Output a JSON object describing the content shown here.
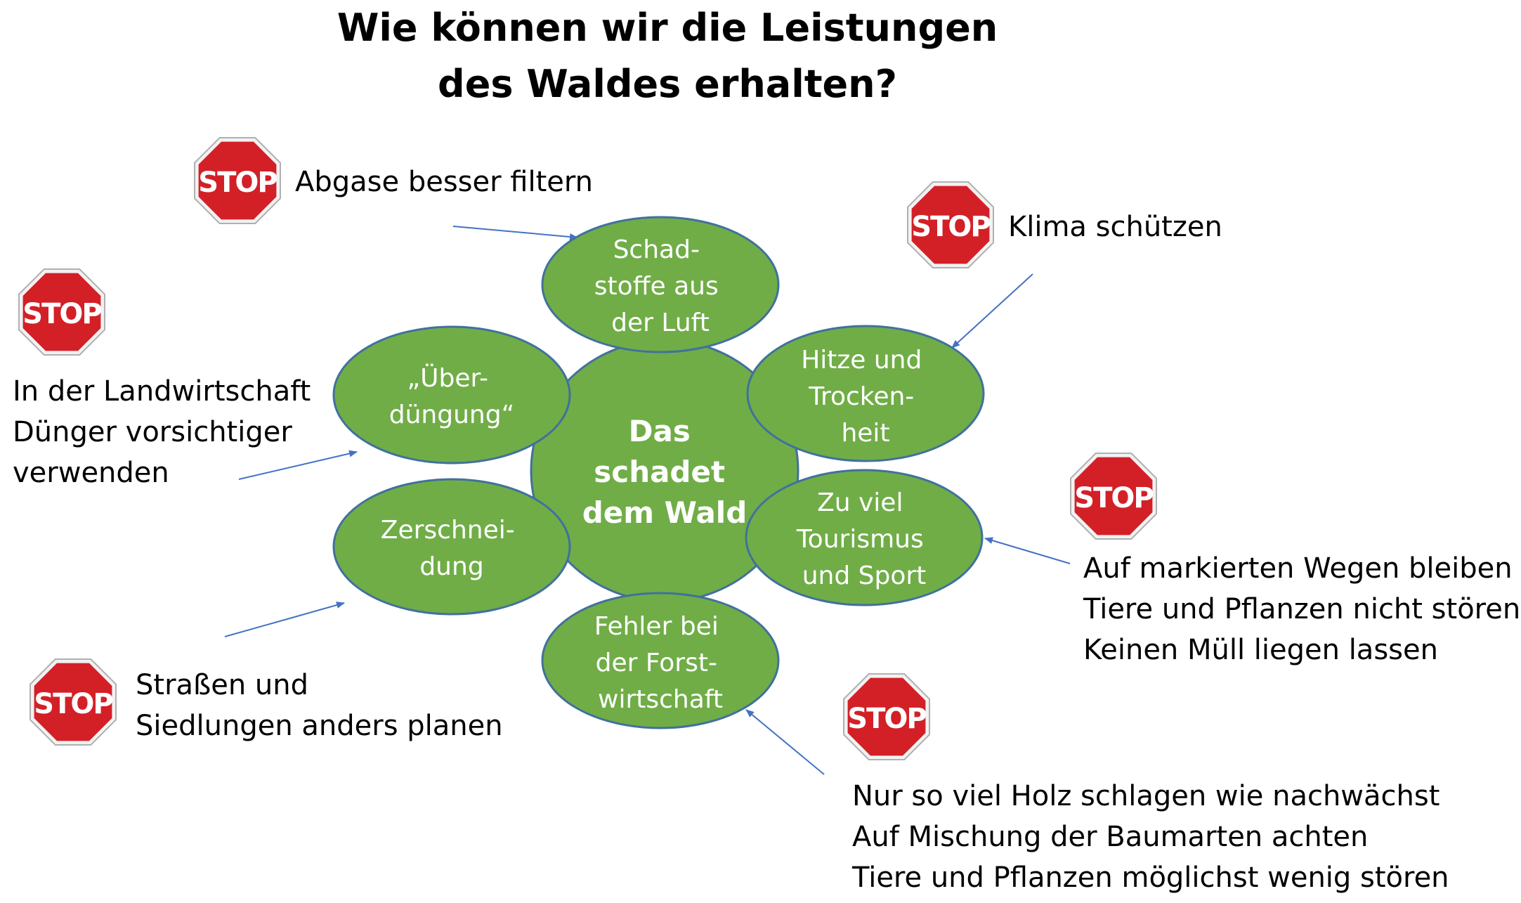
{
  "title": {
    "line1": "Wie können wir die Leistungen",
    "line2": "des Waldes erhalten?"
  },
  "center": {
    "lines": [
      "Das",
      "schadet",
      "dem Wald"
    ]
  },
  "causes": [
    {
      "id": "schadstoffe",
      "lines": [
        "Schad-",
        "stoffe aus",
        "der Luft"
      ]
    },
    {
      "id": "hitze",
      "lines": [
        "Hitze und",
        "Trocken-",
        "heit"
      ]
    },
    {
      "id": "tourismus",
      "lines": [
        "Zu viel",
        "Tourismus",
        "und Sport"
      ]
    },
    {
      "id": "forstwirtschaft",
      "lines": [
        "Fehler bei",
        "der Forst-",
        "wirtschaft"
      ]
    },
    {
      "id": "zerschneidung",
      "lines": [
        "Zerschnei-",
        "dung"
      ]
    },
    {
      "id": "ueberduengung",
      "lines": [
        "„Über-",
        "düngung“"
      ]
    }
  ],
  "measures": {
    "abgase": [
      "Abgase besser filtern"
    ],
    "klima": [
      "Klima schützen"
    ],
    "landwirtschaft": [
      "In der Landwirtschaft",
      "Dünger vorsichtiger",
      "verwenden"
    ],
    "wege": [
      "Auf markierten Wegen bleiben",
      "Tiere und Pflanzen nicht stören",
      "Keinen Müll liegen lassen"
    ],
    "strassen": [
      "Straßen und",
      "Siedlungen anders planen"
    ],
    "holz": [
      "Nur so viel Holz schlagen wie nachwächst",
      "Auf Mischung der Baumarten achten",
      "Tiere und Pflanzen möglichst wenig stören"
    ]
  },
  "stop_sign": {
    "label": "STOP"
  },
  "colors": {
    "ellipse_fill": "#70ad47",
    "ellipse_stroke": "#41719c",
    "arrow": "#4472c4",
    "stop_red": "#d32027"
  }
}
